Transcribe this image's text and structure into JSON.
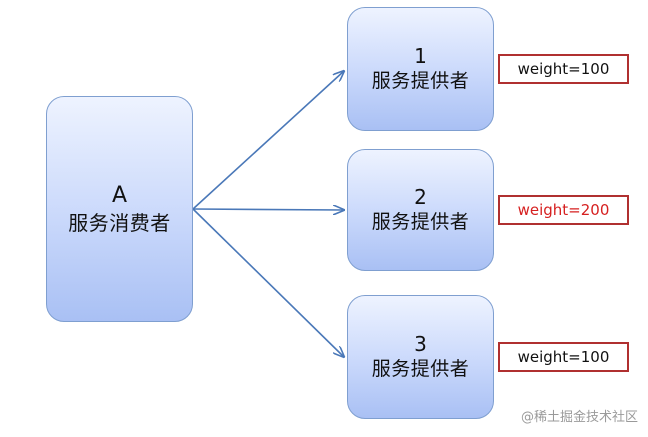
{
  "consumer": {
    "id": "A",
    "label": "服务消费者"
  },
  "providers": [
    {
      "id": "1",
      "label": "服务提供者",
      "weight": "weight=100"
    },
    {
      "id": "2",
      "label": "服务提供者",
      "weight": "weight=200"
    },
    {
      "id": "3",
      "label": "服务提供者",
      "weight": "weight=100"
    }
  ],
  "colors": {
    "arrow": "#4a78b8",
    "weight_border": "#b03030",
    "weight_highlight_text": "#d62020"
  },
  "watermark": "@稀土掘金技术社区"
}
